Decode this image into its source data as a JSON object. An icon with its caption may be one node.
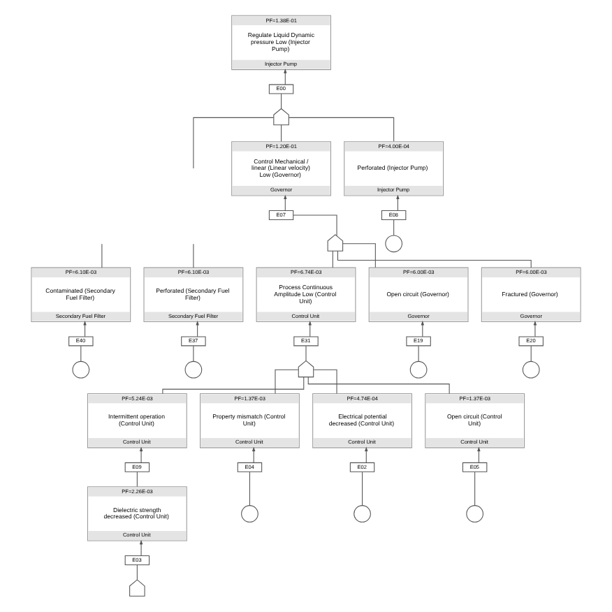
{
  "diagram": {
    "nodes": [
      {
        "text": [
          "PF=1.38E-01",
          "Regulate Liquid Dynamic pressure Low (Injector Pump)",
          "Injector Pump"
        ]
      },
      {
        "text": [
          "E00"
        ]
      },
      {
        "text": [],
        "shape": "gate"
      },
      {
        "text": [
          "PF=1.20E-01",
          "Control Mechanical / linear (Linear velocity) Low (Governor)",
          "Governor"
        ]
      },
      {
        "text": [
          "E07"
        ]
      },
      {
        "text": [],
        "shape": "gate"
      },
      {
        "text": [
          "PF=4.00E-04",
          "Perforated (Injector Pump)",
          "Injector Pump"
        ]
      },
      {
        "text": [
          "E08"
        ]
      },
      {
        "text": [],
        "shape": "circle"
      },
      {
        "text": [
          "PF=6.10E-03",
          "Contaminated (Secondary Fuel Filter)",
          "Secondary Fuel Filter"
        ]
      },
      {
        "text": [
          "E40"
        ]
      },
      {
        "text": [],
        "shape": "circle"
      },
      {
        "text": [
          "PF=6.10E-03",
          "Perforated (Secondary Fuel Filter)",
          "Secondary Fuel Filter"
        ]
      },
      {
        "text": [
          "E37"
        ]
      },
      {
        "text": [],
        "shape": "circle"
      },
      {
        "text": [
          "PF=6.74E-03",
          "Process Continuous Amplitude Low (Control Unit)",
          "Control Unit"
        ]
      },
      {
        "text": [
          "E31"
        ]
      },
      {
        "text": [],
        "shape": "gate"
      },
      {
        "text": [
          "PF=6.00E-03",
          "Open circuit (Governor)",
          "Governor"
        ]
      },
      {
        "text": [
          "E19"
        ]
      },
      {
        "text": [],
        "shape": "circle"
      },
      {
        "text": [
          "PF=6.00E-03",
          "Fractured (Governor)",
          "Governor"
        ]
      },
      {
        "text": [
          "E20"
        ]
      },
      {
        "text": [],
        "shape": "circle"
      },
      {
        "text": [
          "PF=5.24E-03",
          "Intermittent operation (Control Unit)",
          "Control Unit"
        ]
      },
      {
        "text": [
          "E09"
        ]
      },
      {
        "text": [
          "PF=1.37E-03",
          "Property mismatch (Control Unit)",
          "Control Unit"
        ]
      },
      {
        "text": [
          "E04"
        ]
      },
      {
        "text": [],
        "shape": "circle"
      },
      {
        "text": [
          "PF=4.74E-04",
          "Electrical potential decreased (Control Unit)",
          "Control Unit"
        ]
      },
      {
        "text": [
          "E02"
        ]
      },
      {
        "text": [],
        "shape": "circle"
      },
      {
        "text": [
          "PF=1.37E-03",
          "Open circuit (Control Unit)",
          "Control Unit"
        ]
      },
      {
        "text": [
          "E05"
        ]
      },
      {
        "text": [],
        "shape": "circle"
      },
      {
        "text": [
          "PF=2.26E-03",
          "Dielectric strength decreased (Control Unit)",
          "Control Unit"
        ]
      },
      {
        "text": [
          "E03"
        ]
      },
      {
        "text": [],
        "shape": "gate"
      }
    ],
    "edges": [
      {
        "from": 1,
        "to": 0,
        "arrow": "to"
      },
      {
        "from": 1,
        "to": 2,
        "arrow": "none"
      },
      {
        "from": 2,
        "to": null,
        "arrow": "none"
      },
      {
        "from": 2,
        "to": 3,
        "arrow": "none"
      },
      {
        "from": 2,
        "to": 6,
        "arrow": "none"
      },
      {
        "from": 4,
        "to": 3,
        "arrow": "to"
      },
      {
        "from": 4,
        "to": 5,
        "arrow": "none"
      },
      {
        "from": 5,
        "to": 15,
        "arrow": "none"
      },
      {
        "from": 5,
        "to": 18,
        "arrow": "none"
      },
      {
        "from": 5,
        "to": 21,
        "arrow": "none"
      },
      {
        "from": 7,
        "to": 6,
        "arrow": "to"
      },
      {
        "from": 7,
        "to": 8,
        "arrow": "none"
      },
      {
        "from": null,
        "to": 9,
        "arrow": "none"
      },
      {
        "from": 10,
        "to": 9,
        "arrow": "to"
      },
      {
        "from": 10,
        "to": 11,
        "arrow": "none"
      },
      {
        "from": null,
        "to": 12,
        "arrow": "none"
      },
      {
        "from": 13,
        "to": 12,
        "arrow": "to"
      },
      {
        "from": 13,
        "to": 14,
        "arrow": "none"
      },
      {
        "from": 16,
        "to": 15,
        "arrow": "to"
      },
      {
        "from": 16,
        "to": 17,
        "arrow": "none"
      },
      {
        "from": 17,
        "to": 24,
        "arrow": "none"
      },
      {
        "from": 17,
        "to": 26,
        "arrow": "none"
      },
      {
        "from": 17,
        "to": 29,
        "arrow": "none"
      },
      {
        "from": 17,
        "to": 32,
        "arrow": "none"
      },
      {
        "from": 19,
        "to": 18,
        "arrow": "to"
      },
      {
        "from": 19,
        "to": 20,
        "arrow": "none"
      },
      {
        "from": 22,
        "to": 21,
        "arrow": "to"
      },
      {
        "from": 22,
        "to": 23,
        "arrow": "none"
      },
      {
        "from": 25,
        "to": 24,
        "arrow": "to"
      },
      {
        "from": 25,
        "to": 35,
        "arrow": "none"
      },
      {
        "from": 27,
        "to": 26,
        "arrow": "to"
      },
      {
        "from": 27,
        "to": 28,
        "arrow": "none"
      },
      {
        "from": 30,
        "to": 29,
        "arrow": "to"
      },
      {
        "from": 30,
        "to": 31,
        "arrow": "none"
      },
      {
        "from": 33,
        "to": 32,
        "arrow": "to"
      },
      {
        "from": 33,
        "to": 34,
        "arrow": "none"
      },
      {
        "from": 36,
        "to": 35,
        "arrow": "to"
      },
      {
        "from": 36,
        "to": 37,
        "arrow": "none"
      }
    ]
  }
}
